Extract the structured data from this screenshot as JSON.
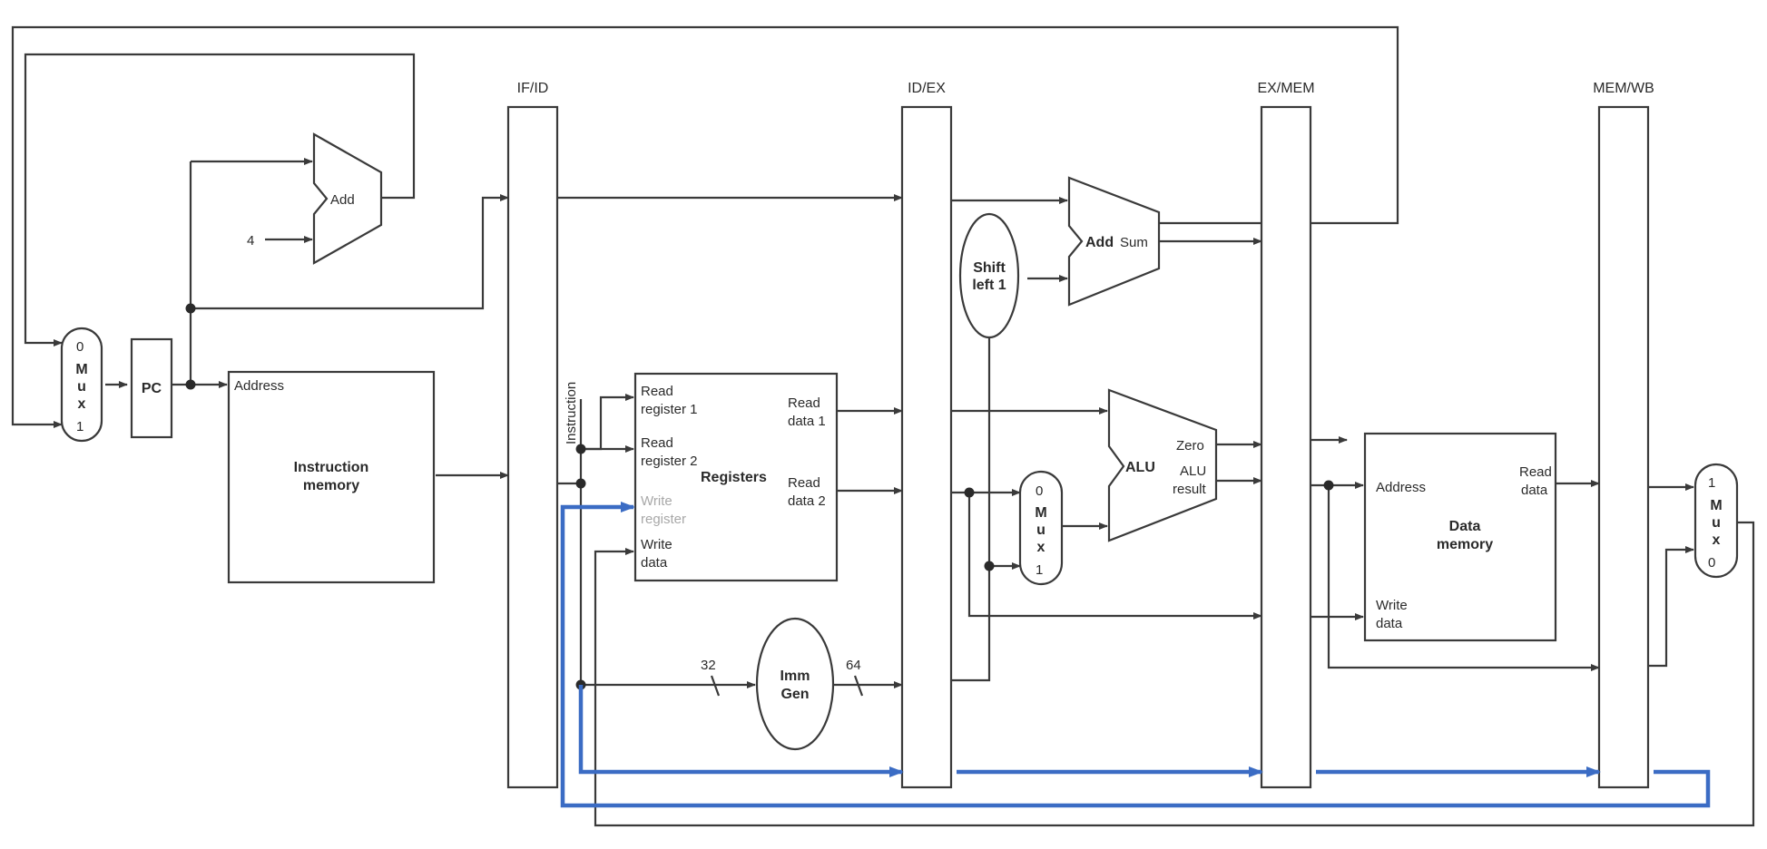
{
  "pipeline_registers": [
    "IF/ID",
    "ID/EX",
    "EX/MEM",
    "MEM/WB"
  ],
  "pc_label": "PC",
  "const_four": "4",
  "add_label": "Add",
  "add2_label": "Add",
  "sum_label": "Sum",
  "shift": {
    "line1": "Shift",
    "line2": "left 1"
  },
  "imem": {
    "address": "Address",
    "line1": "Instruction",
    "line2": "memory"
  },
  "instruction_label": "Instruction",
  "registers": {
    "title": "Registers",
    "read_reg1_a": "Read",
    "read_reg1_b": "register 1",
    "read_reg2_a": "Read",
    "read_reg2_b": "register 2",
    "write_reg_a": "Write",
    "write_reg_b": "register",
    "write_data_a": "Write",
    "write_data_b": "data",
    "read_data1_a": "Read",
    "read_data1_b": "data 1",
    "read_data2_a": "Read",
    "read_data2_b": "data 2"
  },
  "immgen": {
    "line1": "Imm",
    "line2": "Gen",
    "in_bits": "32",
    "out_bits": "64"
  },
  "alu": {
    "label": "ALU",
    "zero": "Zero",
    "result_a": "ALU",
    "result_b": "result"
  },
  "dmem": {
    "address": "Address",
    "read_a": "Read",
    "read_b": "data",
    "title1": "Data",
    "title2": "memory",
    "write_a": "Write",
    "write_b": "data"
  },
  "mux_pc": [
    "0",
    "M",
    "u",
    "x",
    "1"
  ],
  "mux_alu": [
    "0",
    "M",
    "u",
    "x",
    "1"
  ],
  "mux_wb": [
    "1",
    "M",
    "u",
    "x",
    "0"
  ],
  "colors": {
    "wire": "#3a3a3a",
    "highlight": "#3b6cc4",
    "gray_text": "#a8a8a8"
  }
}
